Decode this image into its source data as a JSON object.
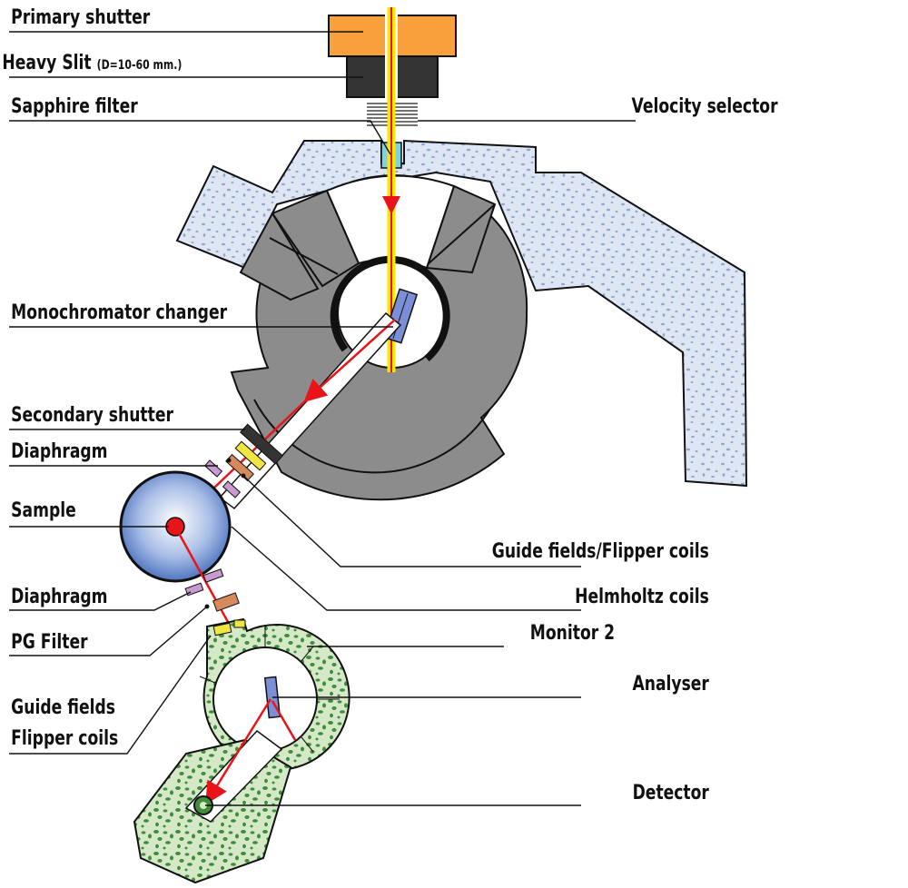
{
  "labels": {
    "primary_shutter": "Primary shutter",
    "heavy_slit": "Heavy Slit",
    "heavy_slit_note": "(D=10-60 mm.)",
    "sapphire_filter": "Sapphire filter",
    "velocity_selector": "Velocity selector",
    "monochromator_changer": "Monochromator changer",
    "secondary_shutter": "Secondary shutter",
    "diaphragm_1": "Diaphragm",
    "sample": "Sample",
    "guide_fields_flipper_coils": "Guide fields/Flipper coils",
    "helmholtz_coils": "Helmholtz coils",
    "diaphragm_2": "Diaphragm",
    "pg_filter": "PG Filter",
    "monitor_2": "Monitor 2",
    "analyser": "Analyser",
    "guide_fields_line1": "Guide fields",
    "flipper_coils_line2": "Flipper coils",
    "detector": "Detector"
  },
  "colors": {
    "shutter_orange": "#f7a03c",
    "slit_dark": "#333333",
    "beam_yellow": "#f5e800",
    "beam_red": "#e8141a",
    "shield_gray": "#8c8c8c",
    "concrete_fill": "#dde6f2",
    "concrete_speckle": "#8fa8d0",
    "analyser_green": "#d5e8c8",
    "analyser_speckle": "#3f8f3a",
    "sample_blue": "#3a64b8",
    "crystal_blue": "#7b8fd6",
    "filter_cyan": "#7fd2e0",
    "diaphragm_purple": "#c89ad0",
    "flipper_brown": "#d48a5a",
    "monitor_yellow": "#f0e640"
  }
}
